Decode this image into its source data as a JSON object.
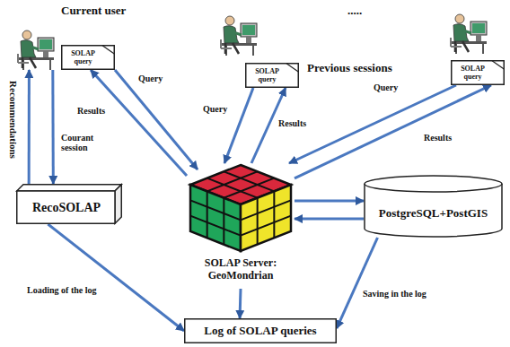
{
  "diagram": {
    "nodes": [
      {
        "text": [
          "Current user"
        ]
      },
      {
        "text": [
          "SOLAP query"
        ]
      },
      {
        "text": [
          "SOLAP query"
        ]
      },
      {
        "text": [
          "SOLAP query"
        ]
      },
      {
        "text": [
          "RecoSOLAP"
        ]
      },
      {
        "text": [
          "SOLAP Server: GeoMondrian"
        ]
      },
      {
        "text": [
          "PostgreSQL+PostGIS"
        ]
      },
      {
        "text": [
          "Log of SOLAP queries"
        ]
      }
    ],
    "edges": [
      {
        "from": 1,
        "to": 5,
        "label": "Query",
        "arrow": "to"
      },
      {
        "from": 5,
        "to": 1,
        "label": "Results",
        "arrow": "to"
      },
      {
        "from": 2,
        "to": 5,
        "label": "Query",
        "arrow": "to"
      },
      {
        "from": 5,
        "to": 2,
        "label": "Results",
        "arrow": "to"
      },
      {
        "from": 3,
        "to": 5,
        "label": "Query",
        "arrow": "to"
      },
      {
        "from": 5,
        "to": 3,
        "label": "Results",
        "arrow": "to"
      },
      {
        "from": 4,
        "to": 0,
        "label": "Recommendations",
        "arrow": "to"
      },
      {
        "from": 0,
        "to": 4,
        "label": "Courant session",
        "arrow": "to"
      },
      {
        "from": 5,
        "to": 6,
        "arrow": "to"
      },
      {
        "from": 6,
        "to": 5,
        "arrow": "to"
      },
      {
        "from": 5,
        "to": 7,
        "arrow": "to"
      },
      {
        "from": 6,
        "to": 7,
        "label": "Saving in the log",
        "arrow": "to"
      },
      {
        "from": 4,
        "to": 7,
        "label": "Loading of the log",
        "arrow": "to"
      }
    ],
    "labels": [
      "Previous sessions",
      "....."
    ]
  }
}
